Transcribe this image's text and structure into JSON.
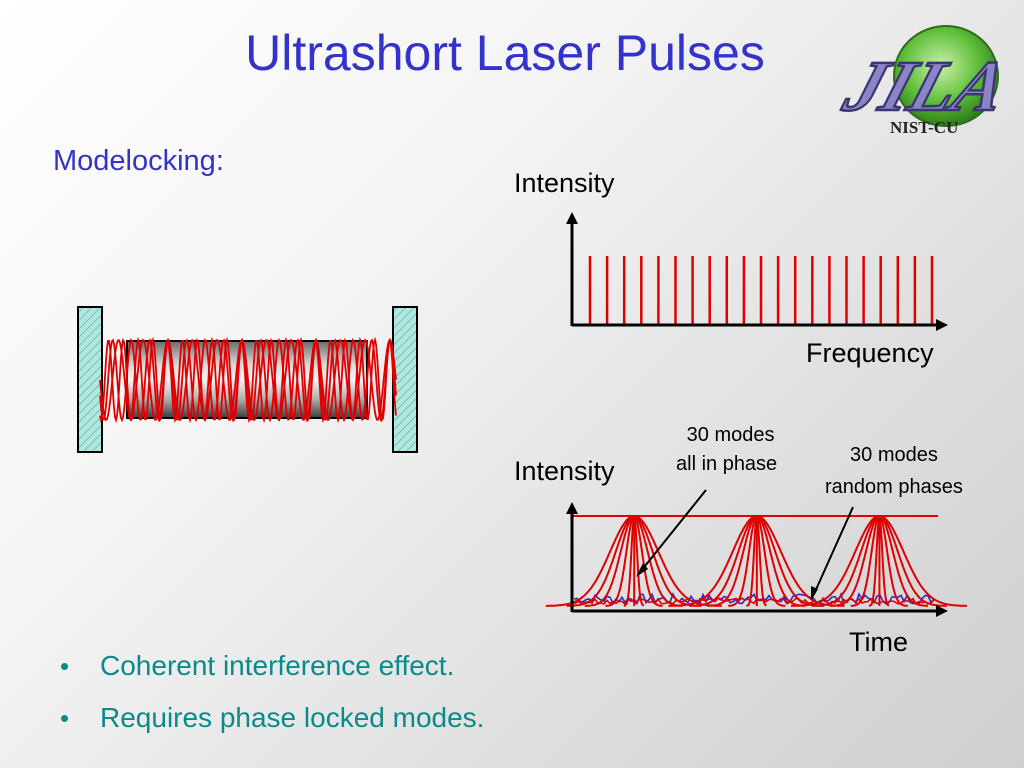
{
  "slide": {
    "title": "Ultrashort Laser Pulses",
    "subtitle": "Modelocking:"
  },
  "logo": {
    "emblem_text": "JILA",
    "caption": "NIST-CU"
  },
  "colors": {
    "title": "#3333cc",
    "bullet_text": "#0a8a8a",
    "signal_red": "#e00000",
    "noise_blue": "#2a2ad0",
    "mirror_fill": "#aee8de",
    "logo_green": "#5fbf3a",
    "logo_purple": "#8a84c8"
  },
  "cavity": {
    "icon": "laser-cavity-with-standing-waves"
  },
  "chart_data": [
    {
      "type": "bar",
      "ylabel": "Intensity",
      "xlabel": "Frequency",
      "description_of_marks": "comb of equally spaced, equal-intensity longitudinal modes",
      "values": [
        1,
        1,
        1,
        1,
        1,
        1,
        1,
        1,
        1,
        1,
        1,
        1,
        1,
        1,
        1,
        1,
        1,
        1,
        1,
        1,
        1
      ]
    },
    {
      "type": "line",
      "ylabel": "Intensity",
      "xlabel": "Time",
      "series": [
        {
          "kind": "pulses",
          "color": "#e00000",
          "pulse_count": 3,
          "peak": 1
        },
        {
          "kind": "noise",
          "color": "#2a2ad0"
        }
      ],
      "annotations": [
        {
          "line1": "30 modes",
          "line2": "all in phase"
        },
        {
          "line1": "30 modes",
          "line2": "random phases"
        }
      ]
    }
  ],
  "bullets": [
    "Coherent interference effect.",
    "Requires phase locked modes."
  ]
}
